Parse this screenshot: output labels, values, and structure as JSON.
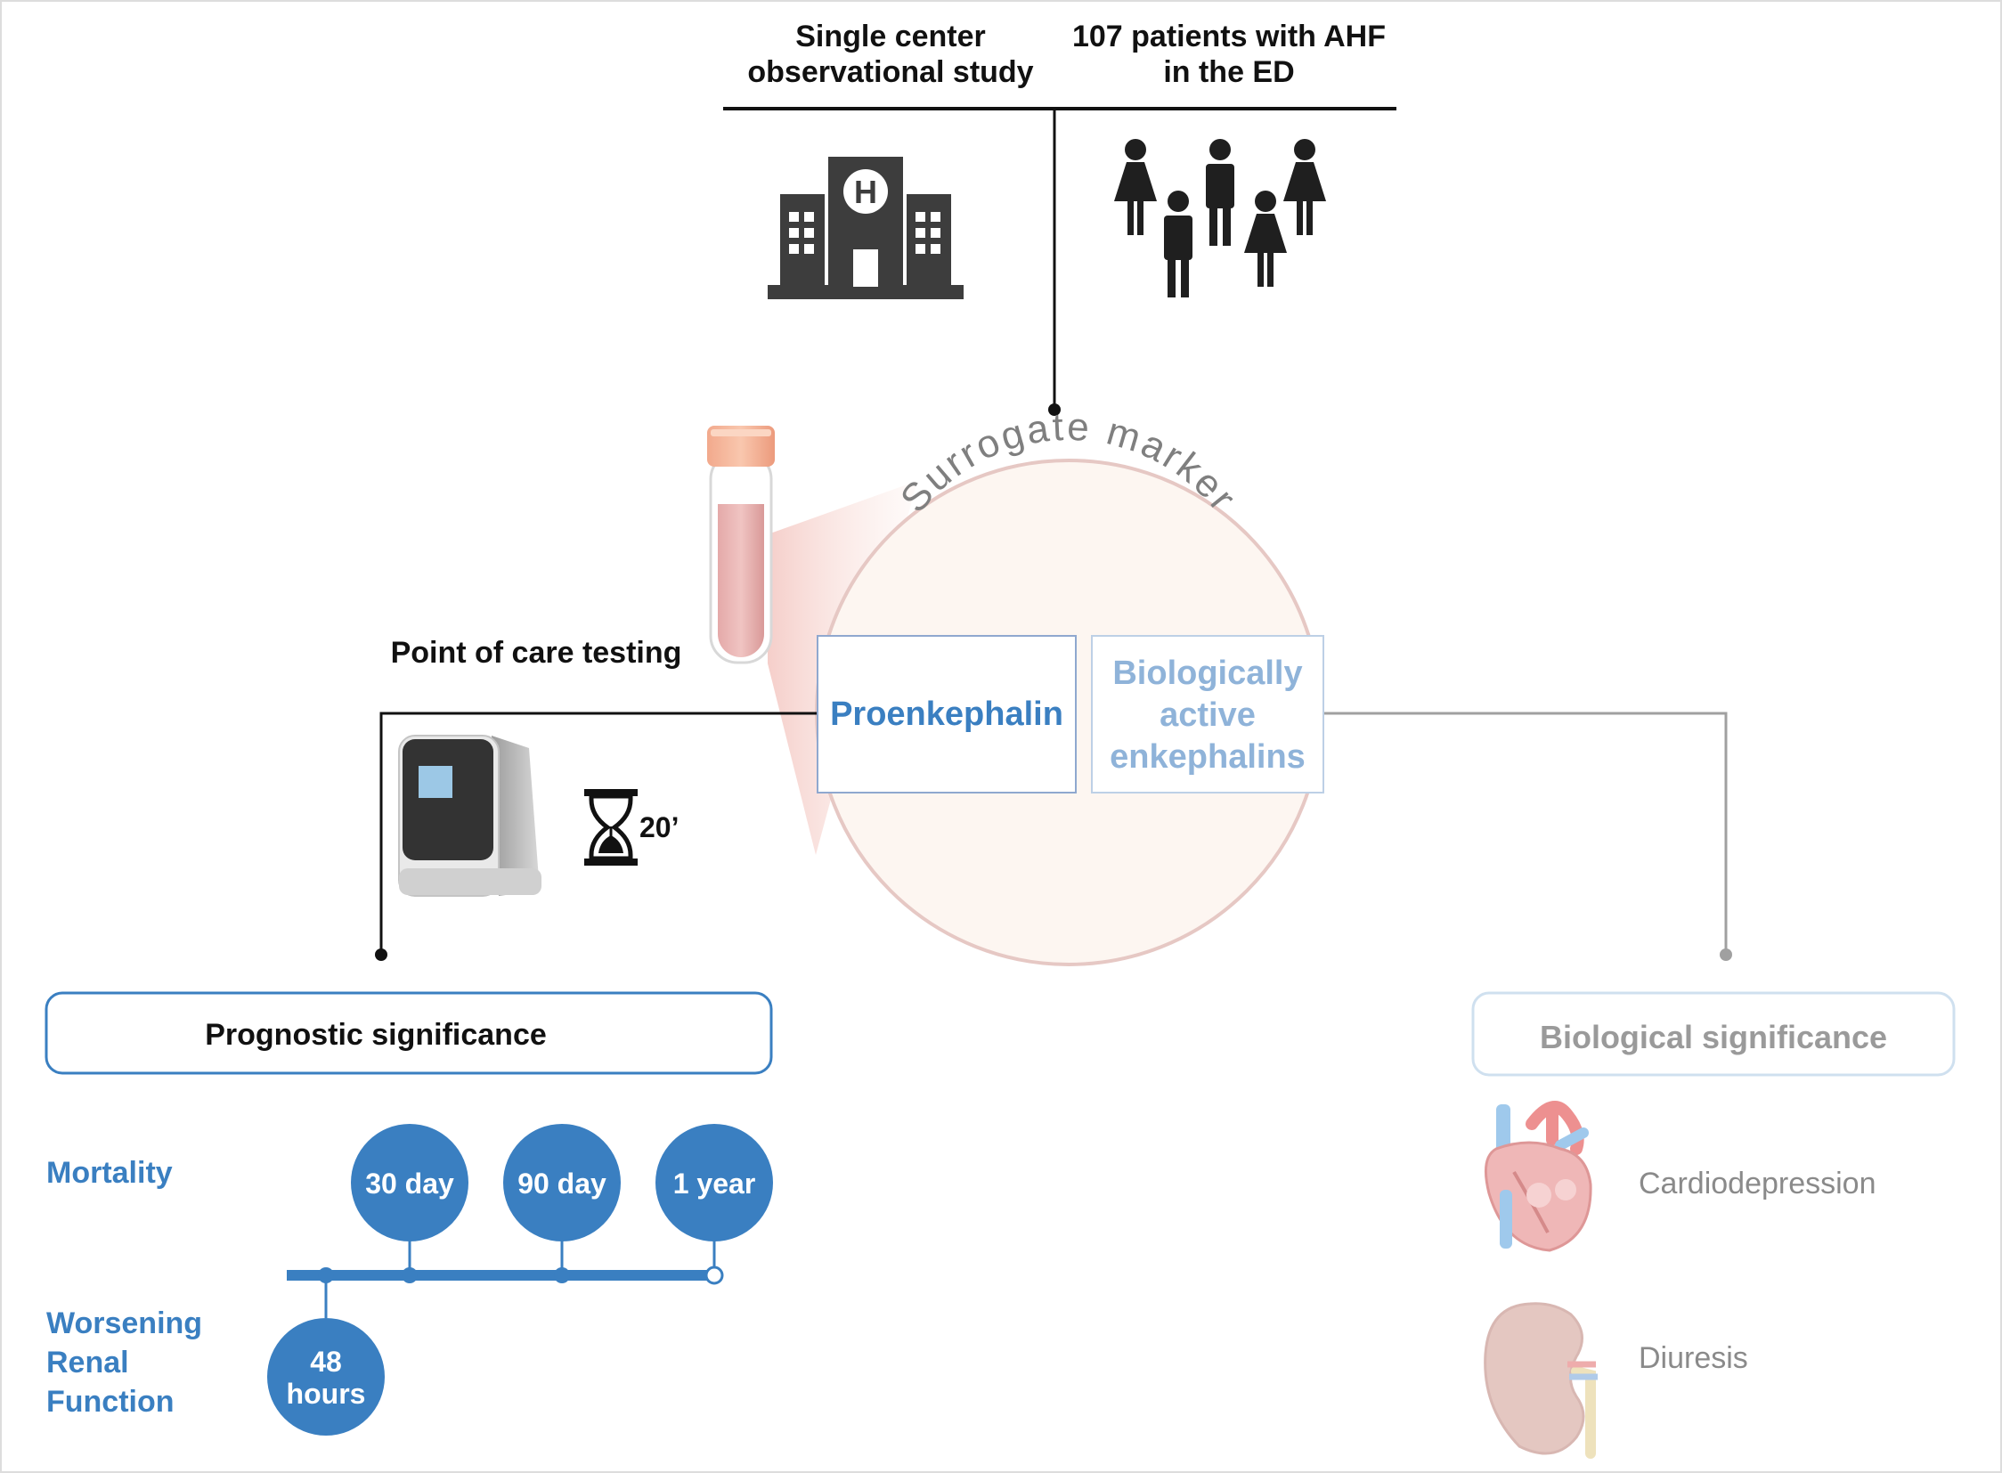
{
  "header": {
    "study_line1": "Single center",
    "study_line2": "observational study",
    "patients_line1": "107 patients with AHF",
    "patients_line2": "in the ED"
  },
  "icons": {
    "hospital": "hospital-icon",
    "patients": "people-group-icon",
    "tube": "blood-tube-icon",
    "analyzer": "poc-analyzer-icon",
    "timer": "hourglass-icon",
    "heart": "heart-icon",
    "kidney": "kidney-icon"
  },
  "poc": {
    "label": "Point of care testing",
    "time": "20’"
  },
  "marker": {
    "circle_label": "Surrogate marker",
    "proenkephalin": "Proenkephalin",
    "active_line1": "Biologically",
    "active_line2": "active",
    "active_line3": "enkephalins"
  },
  "prognostic": {
    "title": "Prognostic significance",
    "mortality_label": "Mortality",
    "wrf_line1": "Worsening",
    "wrf_line2": "Renal",
    "wrf_line3": "Function",
    "milestones": [
      "30 day",
      "90 day",
      "1 year"
    ],
    "wrf_line1_val": "48",
    "wrf_line2_val": "hours"
  },
  "biological": {
    "title": "Biological significance",
    "items": [
      "Cardiodepression",
      "Diuresis"
    ]
  },
  "colors": {
    "blue": "#3a7fc1",
    "light_blue": "#8fb3d9",
    "dark": "#111111",
    "grey": "#9a9a9a",
    "circle_fill": "#fdf6f1",
    "circle_stroke": "#e6c8c4"
  }
}
